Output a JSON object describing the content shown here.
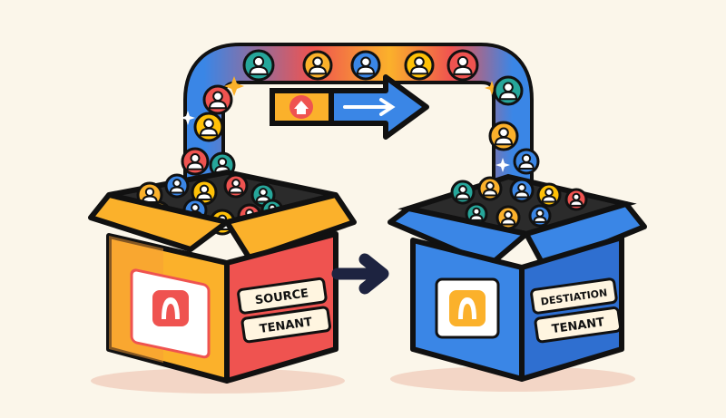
{
  "source_box": {
    "label_line1": "SOURCE",
    "label_line2": "TENANT",
    "logo_icon": "a-logo-icon"
  },
  "destination_box": {
    "label_line1": "DESTIATION",
    "label_line2": "TENANT",
    "logo_icon": "a-logo-icon"
  },
  "transfer_arrow": {
    "icon": "arrow-right-icon"
  },
  "migration_banner": {
    "icon": "home-icon",
    "arrow_icon": "arrow-right-icon"
  },
  "colors": {
    "background": "#fbf6ea",
    "outline": "#111111",
    "orange": "#fbb12b",
    "red": "#ef5350",
    "blue": "#3a86e6",
    "green": "#26a69a",
    "yellow": "#ffc107"
  }
}
